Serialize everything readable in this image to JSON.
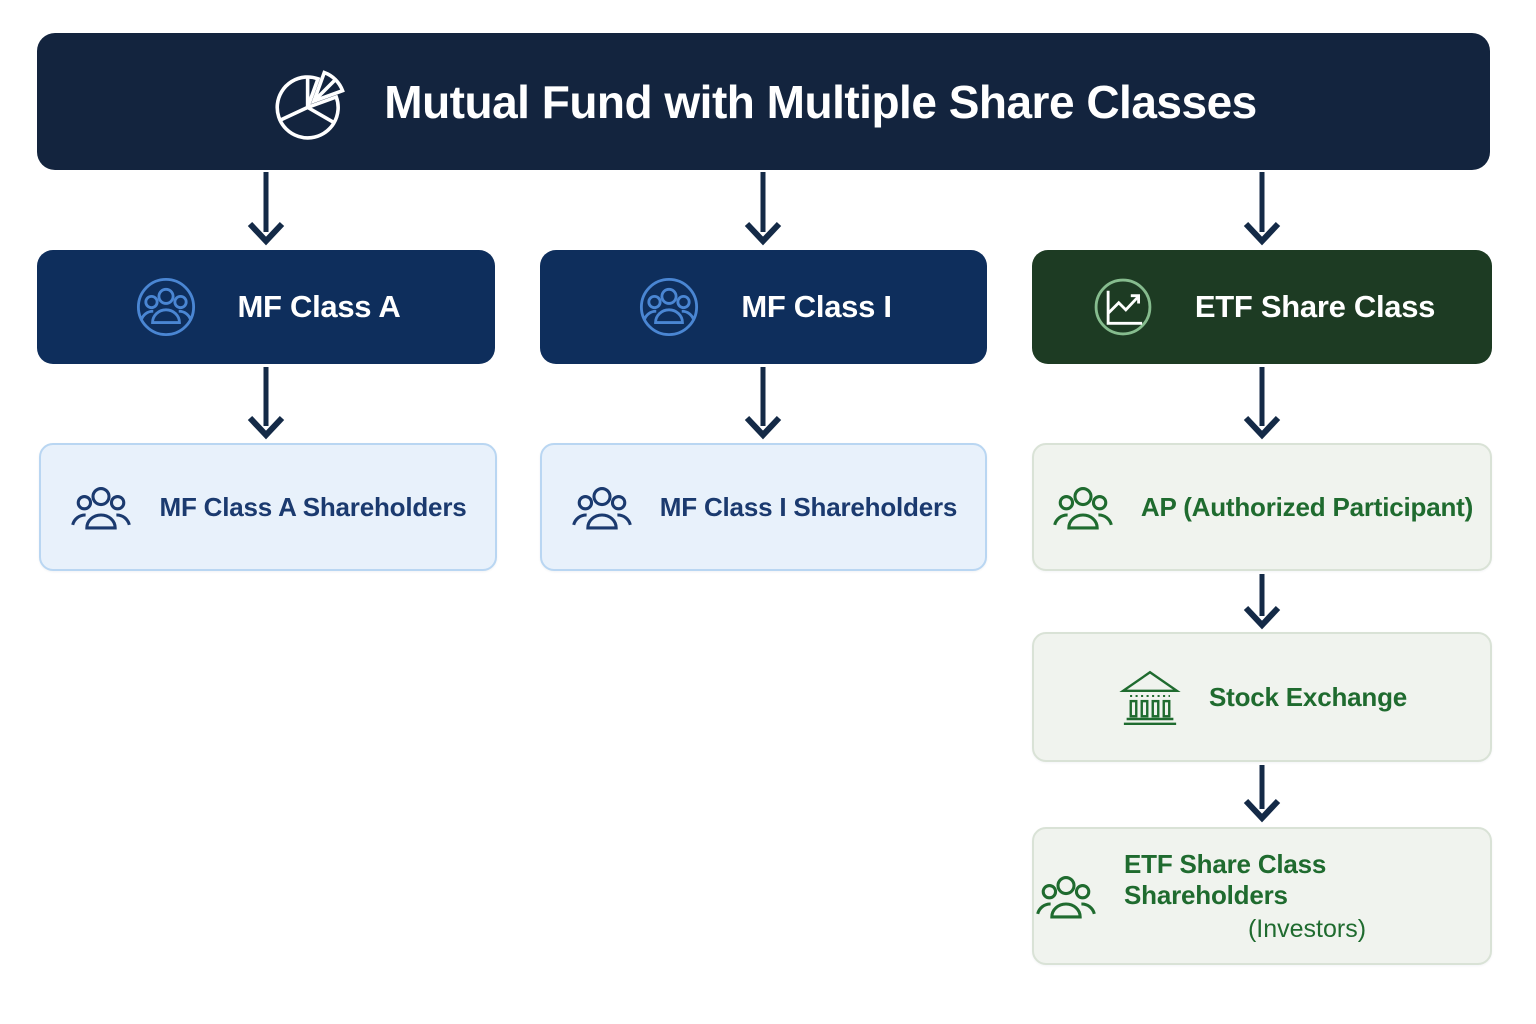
{
  "header": {
    "title": "Mutual Fund with Multiple Share Classes",
    "icon": "pie-chart"
  },
  "nodes": {
    "mf_class_a": {
      "label": "MF Class A",
      "icon": "people-circle"
    },
    "mf_class_i": {
      "label": "MF Class I",
      "icon": "people-circle"
    },
    "etf_share_class": {
      "label": "ETF Share Class",
      "icon": "chart-circle"
    },
    "mf_class_a_shareholders": {
      "label": "MF Class A Shareholders",
      "icon": "people-group"
    },
    "mf_class_i_shareholders": {
      "label": "MF Class I Shareholders",
      "icon": "people-group"
    },
    "ap": {
      "label": "AP (Authorized Participant)",
      "icon": "people-group"
    },
    "stock_exchange": {
      "label": "Stock Exchange",
      "icon": "bank"
    },
    "etf_shareholders": {
      "label": "ETF Share Class Shareholders",
      "sublabel": "(Investors)",
      "icon": "people-group"
    }
  },
  "colors": {
    "header_bg": "#13243E",
    "navy_node_bg": "#0E2E5C",
    "green_node_bg": "#1D3B23",
    "blue_light_bg": "#E8F1FB",
    "blue_light_border": "#B9D6F2",
    "blue_text": "#1B3A6F",
    "green_light_bg": "#F0F3EE",
    "green_light_border": "#D9E2D6",
    "green_text": "#1F6B2F",
    "arrow": "#142A47",
    "icon_blue": "#4A86D3",
    "icon_circle_green": "#86BC8E",
    "white": "#FFFFFF"
  }
}
